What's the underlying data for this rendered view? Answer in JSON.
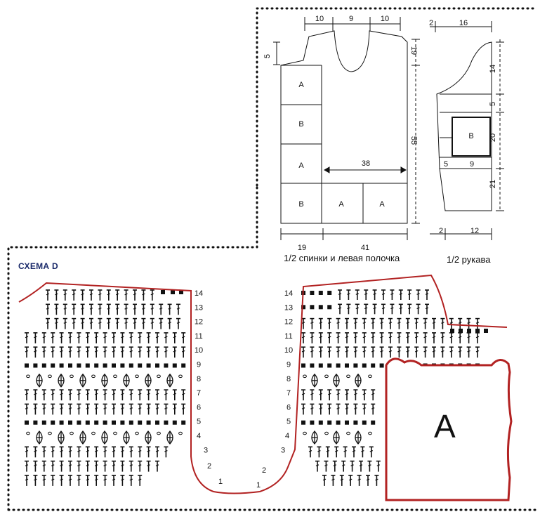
{
  "schema_title": "СХЕМА D",
  "motif_letter": "A",
  "body_caption": "1/2 спинки и левая полочка",
  "sleeve_caption": "1/2 рукава",
  "body_top_dims": [
    "10",
    "9",
    "10"
  ],
  "body_left_dim": "5",
  "body_right_dims": [
    "19",
    "55"
  ],
  "body_inner_dim": "38",
  "body_bottom_dims": [
    "19",
    "41"
  ],
  "body_blocks": [
    "A",
    "B",
    "A",
    "B",
    "A",
    "A"
  ],
  "sleeve_top_dims": [
    "2",
    "16"
  ],
  "sleeve_right_dims": [
    "14",
    "5",
    "20",
    "21"
  ],
  "sleeve_block": "B",
  "sleeve_inner_dims": [
    "5",
    "9"
  ],
  "sleeve_bottom_dims": [
    "2",
    "12"
  ],
  "left_row_numbers": [
    "14",
    "13",
    "12",
    "11",
    "10",
    "9",
    "8",
    "7",
    "6",
    "5",
    "4",
    "3",
    "2",
    "1"
  ],
  "right_row_numbers": [
    "14",
    "13",
    "12",
    "11",
    "10",
    "9",
    "8",
    "7",
    "6",
    "5",
    "4",
    "3",
    "2",
    "1"
  ],
  "colors": {
    "outline": "#b22222",
    "ink": "#111111",
    "title": "#1a2a6a"
  }
}
